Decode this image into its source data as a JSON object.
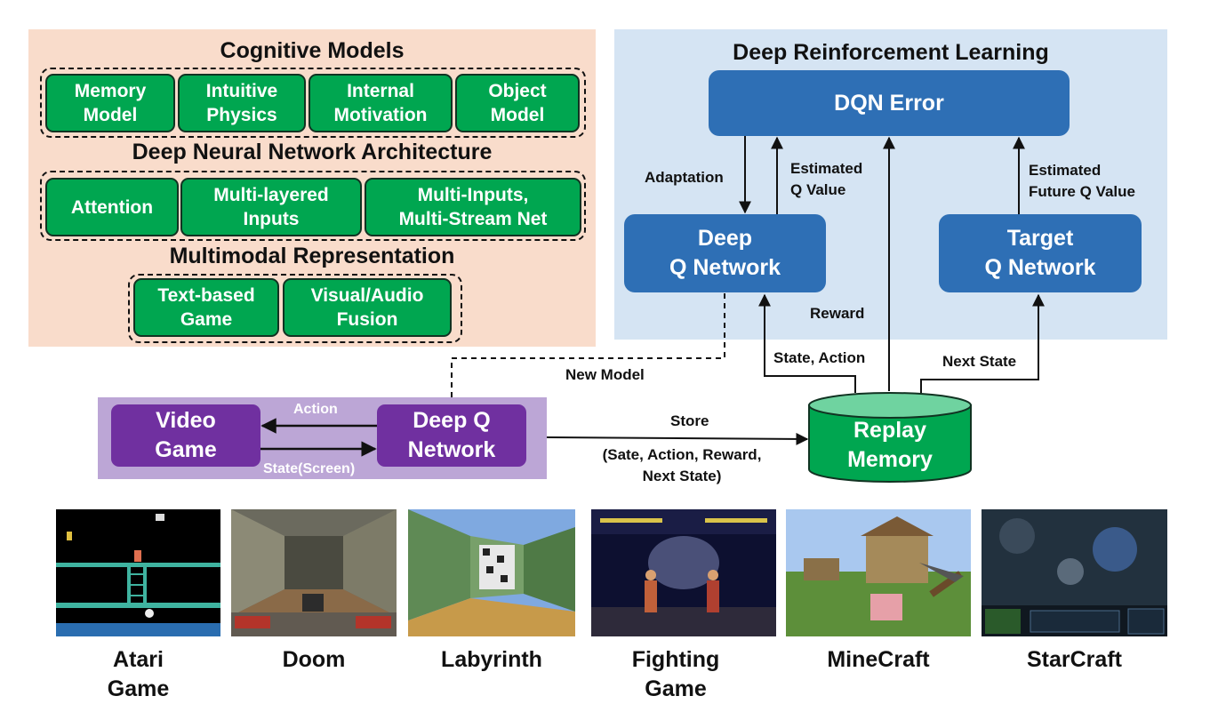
{
  "cognitive": {
    "title": "Cognitive Models",
    "items": [
      "Memory\nModel",
      "Intuitive\nPhysics",
      "Internal\nMotivation",
      "Object\nModel"
    ]
  },
  "architecture": {
    "title": "Deep Neural Network Architecture",
    "items": [
      "Attention",
      "Multi-layered\nInputs",
      "Multi-Inputs,\nMulti-Stream Net"
    ]
  },
  "multimodal": {
    "title": "Multimodal Representation",
    "items": [
      "Text-based\nGame",
      "Visual/Audio\nFusion"
    ]
  },
  "drl": {
    "title": "Deep Reinforcement Learning",
    "dqn_error": "DQN Error",
    "deep_q": "Deep\nQ Network",
    "target_q": "Target\nQ Network",
    "adaptation": "Adaptation",
    "estimated_q": "Estimated\nQ Value",
    "estimated_future_q": "Estimated\nFuture Q Value",
    "reward": "Reward",
    "state_action": "State, Action",
    "next_state": "Next State"
  },
  "loop": {
    "video_game": "Video\nGame",
    "deep_q": "Deep Q\nNetwork",
    "action": "Action",
    "state_screen": "State(Screen)"
  },
  "new_model": "New Model",
  "store": "Store",
  "store_tuple": "(Sate, Action, Reward,\nNext State)",
  "replay_memory": "Replay\nMemory",
  "games": [
    "Atari\nGame",
    "Doom",
    "Labyrinth",
    "Fighting\nGame",
    "MineCraft",
    "StarCraft"
  ],
  "colors": {
    "cognitive_panel": "#f9dccb",
    "drl_panel": "#d5e4f3",
    "loop_panel": "#bca6d6",
    "green_box": "#00a650",
    "blue_box": "#2e6fb5",
    "purple_box": "#7030a0"
  }
}
